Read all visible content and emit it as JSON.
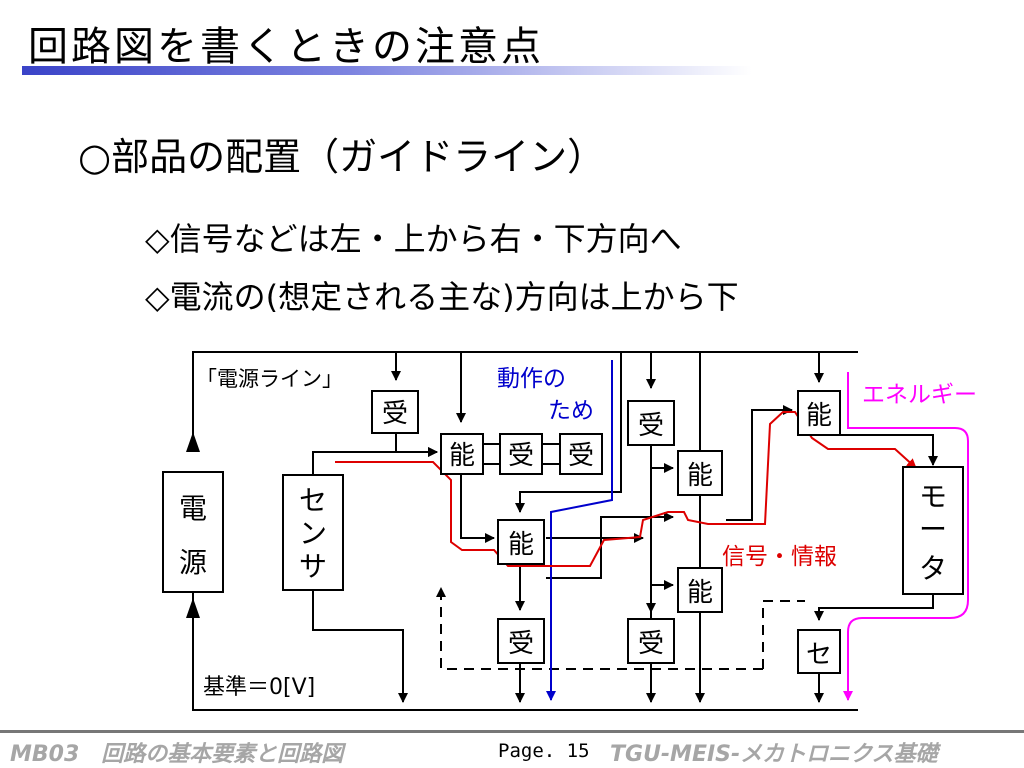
{
  "slide": {
    "title": "回路図を書くときの注意点",
    "heading": "○部品の配置（ガイドライン）",
    "bullets": [
      "◇信号などは左・上から右・下方向へ",
      "◇電流の(想定される主な)方向は上から下"
    ]
  },
  "diagram": {
    "power_line_label": "「電源ライン」",
    "ground_label": "基準＝0[V]",
    "power_block": [
      "電",
      "源"
    ],
    "sensor_block": [
      "セ",
      "ン",
      "サ"
    ],
    "motor_block": [
      "モ",
      "ー",
      "タ"
    ],
    "receive_label": "受",
    "active_label": "能",
    "se_label": "セ",
    "operation_note": [
      "動作の",
      "ため"
    ],
    "energy_note": "エネルギー",
    "signal_note": "信号・情報",
    "colors": {
      "operation": "#0000cc",
      "energy": "#ff00ff",
      "signal": "#dd0000",
      "wire": "#000000"
    }
  },
  "footer": {
    "left": "MB03　回路の基本要素と回路図",
    "page": "Page. 15",
    "right": "TGU-MEIS-メカトロニクス基礎"
  }
}
